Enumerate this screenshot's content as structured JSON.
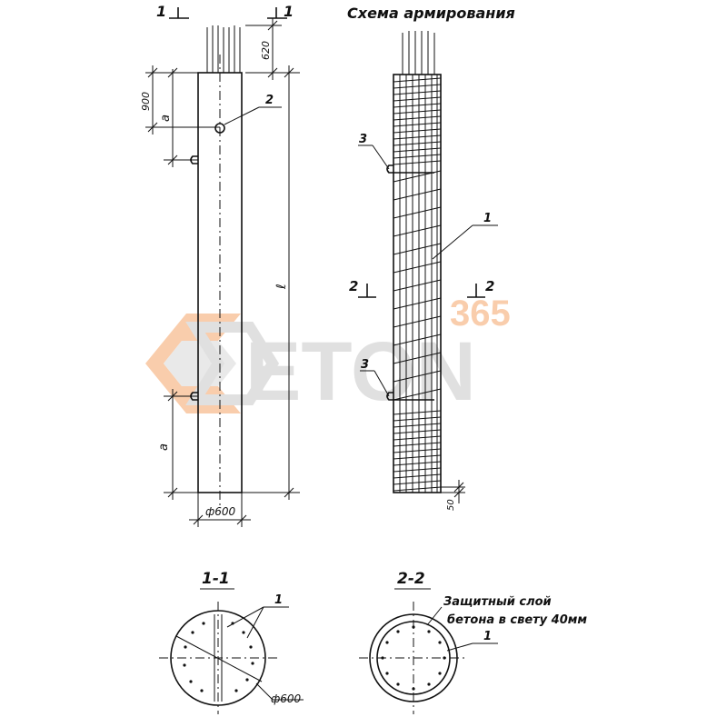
{
  "title": "Схема армирования",
  "section_marks": {
    "left": "1",
    "right": "1",
    "mid_left": "2",
    "mid_right": "2"
  },
  "dims": {
    "d620": "620",
    "d900": "900",
    "a_top": "a",
    "a_bottom": "a",
    "length": "ℓ",
    "diameter": "ф600",
    "d50": "50"
  },
  "callouts": {
    "c2": "2",
    "c3_top": "3",
    "c1": "1",
    "c3_bottom": "3"
  },
  "section_1_1": {
    "title": "1-1",
    "callout": "1",
    "diameter": "ф600"
  },
  "section_2_2": {
    "title": "2-2",
    "note_line1": "Защитный слой",
    "note_line2": "бетона в свету 40мм",
    "callout": "1"
  },
  "watermark": {
    "brand": "ETON",
    "number": "365",
    "colors": {
      "orange": "#f5a66a",
      "gray": "#c8c8c8"
    }
  }
}
